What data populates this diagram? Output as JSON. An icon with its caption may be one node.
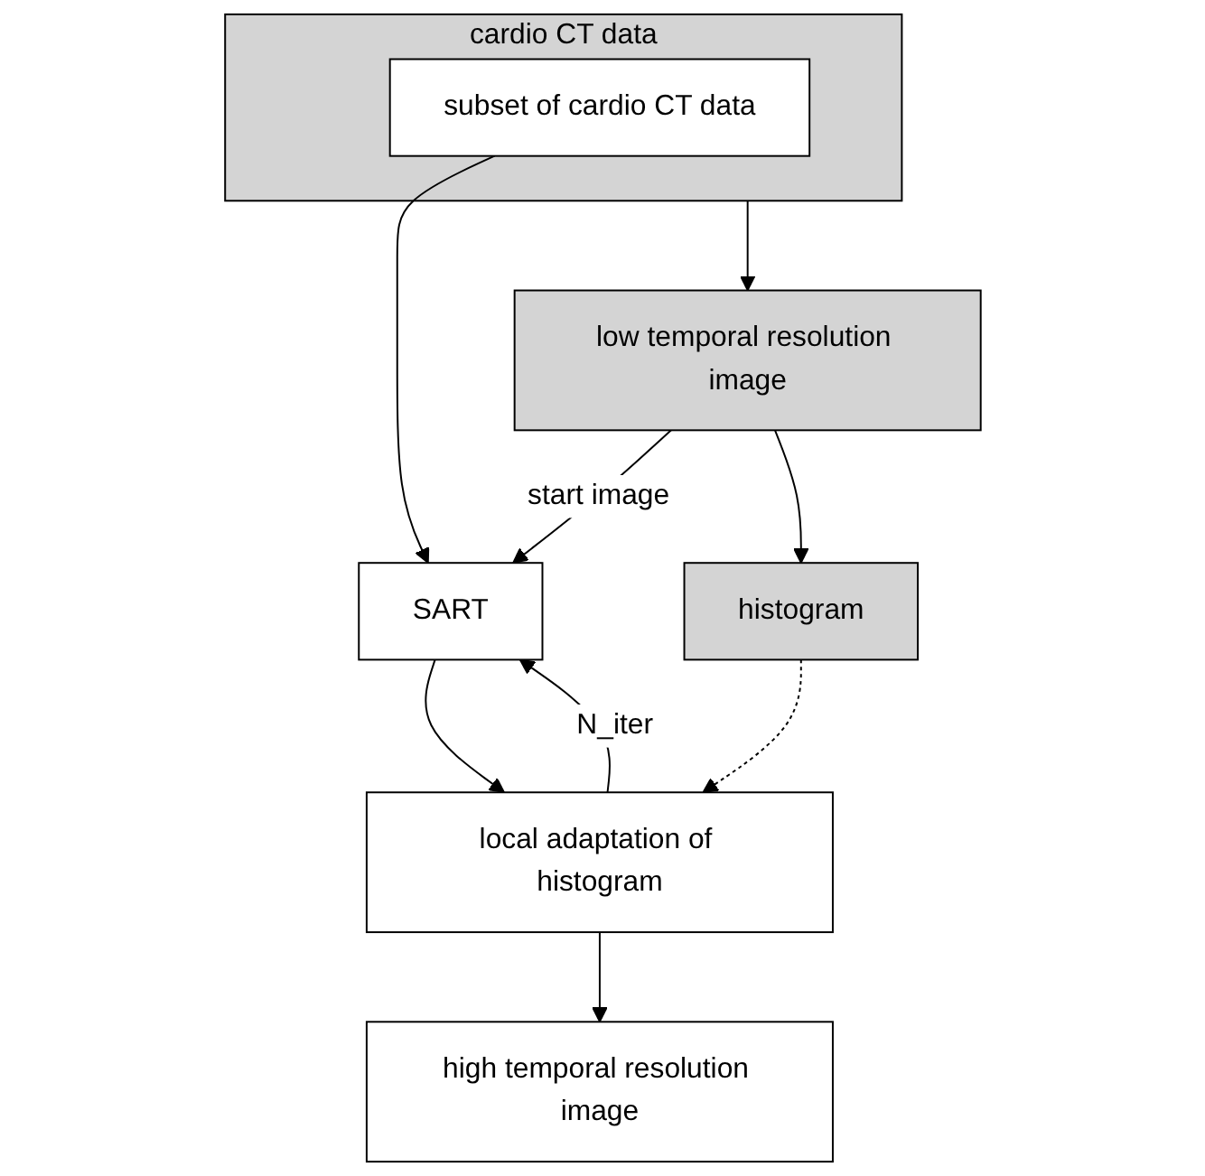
{
  "diagram": {
    "nodes": [
      {
        "text": [
          "cardio CT data"
        ]
      },
      {
        "text": [
          "subset of cardio CT data"
        ],
        "in": 0
      },
      {
        "text": [
          "low temporal resolution image"
        ]
      },
      {
        "text": [
          "SART"
        ]
      },
      {
        "text": [
          "histogram"
        ]
      },
      {
        "text": [
          "local adaptation of histogram"
        ]
      },
      {
        "text": [
          "high temporal resolution image"
        ]
      }
    ],
    "edges": [
      {
        "from": 0,
        "to": 2,
        "arrow": "to"
      },
      {
        "from": 1,
        "to": 3,
        "arrow": "to"
      },
      {
        "from": 2,
        "to": 3,
        "arrow": "to",
        "label": "start image"
      },
      {
        "from": 2,
        "to": 4,
        "arrow": "to"
      },
      {
        "from": 4,
        "to": 5,
        "arrow": "to",
        "style": "dashed"
      },
      {
        "from": 3,
        "to": 5,
        "arrow": "to"
      },
      {
        "from": 5,
        "to": 3,
        "arrow": "to",
        "label": "N_iter"
      },
      {
        "from": 5,
        "to": 6,
        "arrow": "to"
      }
    ]
  }
}
